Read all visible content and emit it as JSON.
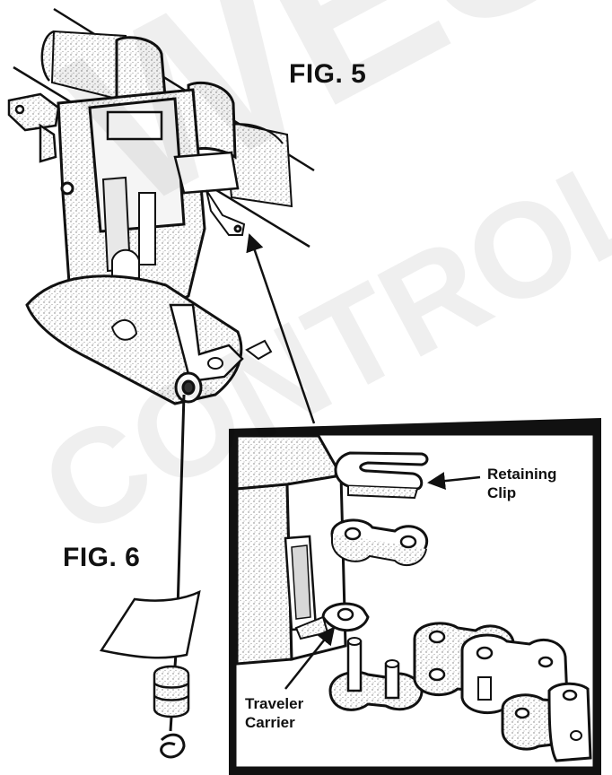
{
  "labels": {
    "fig5": "FIG. 5",
    "fig6": "FIG. 6",
    "retaining_line1": "Retaining",
    "retaining_line2": "Clip",
    "traveler_line1": "Traveler",
    "traveler_line2": "Carrier"
  },
  "watermark": {
    "line1": "WES",
    "line2": "CONTROLS"
  },
  "colors": {
    "ink": "#111111",
    "paper": "#ffffff",
    "shade": "#cfcfcf"
  }
}
